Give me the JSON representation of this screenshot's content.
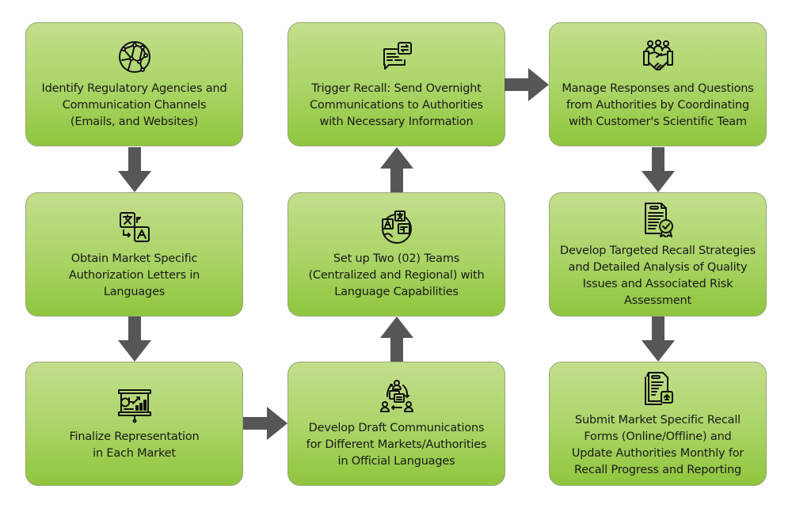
{
  "diagram": {
    "type": "process-flow",
    "colors": {
      "box_top": "#c3de8c",
      "box_bottom": "#8fc63d",
      "arrow": "#555756",
      "border": "#9aa57a"
    },
    "steps": [
      {
        "id": 1,
        "icon": "globe-network-icon",
        "label": "Identify Regulatory Agencies and\nCommunication  Channels\n(Emails, and Websites)"
      },
      {
        "id": 2,
        "icon": "translate-icon",
        "label": "Obtain Market Specific\nAuthorization Letters in\nLanguages"
      },
      {
        "id": 3,
        "icon": "presentation-chart-icon",
        "label": "Finalize Representation\nin Each Market"
      },
      {
        "id": 4,
        "icon": "team-conversation-icon",
        "label": "Develop Draft Communications\nfor Different Markets/Authorities\nin Official Languages"
      },
      {
        "id": 5,
        "icon": "globe-languages-icon",
        "label": "Set up Two (02) Teams\n(Centralized and Regional) with\nLanguage Capabilities"
      },
      {
        "id": 6,
        "icon": "chat-exchange-icon",
        "label": "Trigger Recall: Send Overnight\nCommunications to Authorities\nwith Necessary Information"
      },
      {
        "id": 7,
        "icon": "handshake-team-icon",
        "label": "Manage Responses and Questions\nfrom Authorities by Coordinating\nwith Customer's Scientific Team"
      },
      {
        "id": 8,
        "icon": "certified-document-icon",
        "label": "Develop Targeted Recall Strategies\nand Detailed Analysis of Quality\nIssues and Associated Risk\nAssessment"
      },
      {
        "id": 9,
        "icon": "document-upload-icon",
        "label": "Submit Market Specific Recall\nForms (Online/Offline) and\nUpdate Authorities Monthly for\nRecall Progress and Reporting"
      }
    ],
    "connections": [
      {
        "from": 1,
        "to": 2,
        "direction": "down"
      },
      {
        "from": 2,
        "to": 3,
        "direction": "down"
      },
      {
        "from": 3,
        "to": 4,
        "direction": "right"
      },
      {
        "from": 4,
        "to": 5,
        "direction": "up"
      },
      {
        "from": 5,
        "to": 6,
        "direction": "up"
      },
      {
        "from": 6,
        "to": 7,
        "direction": "right"
      },
      {
        "from": 7,
        "to": 8,
        "direction": "down"
      },
      {
        "from": 8,
        "to": 9,
        "direction": "down"
      }
    ]
  }
}
